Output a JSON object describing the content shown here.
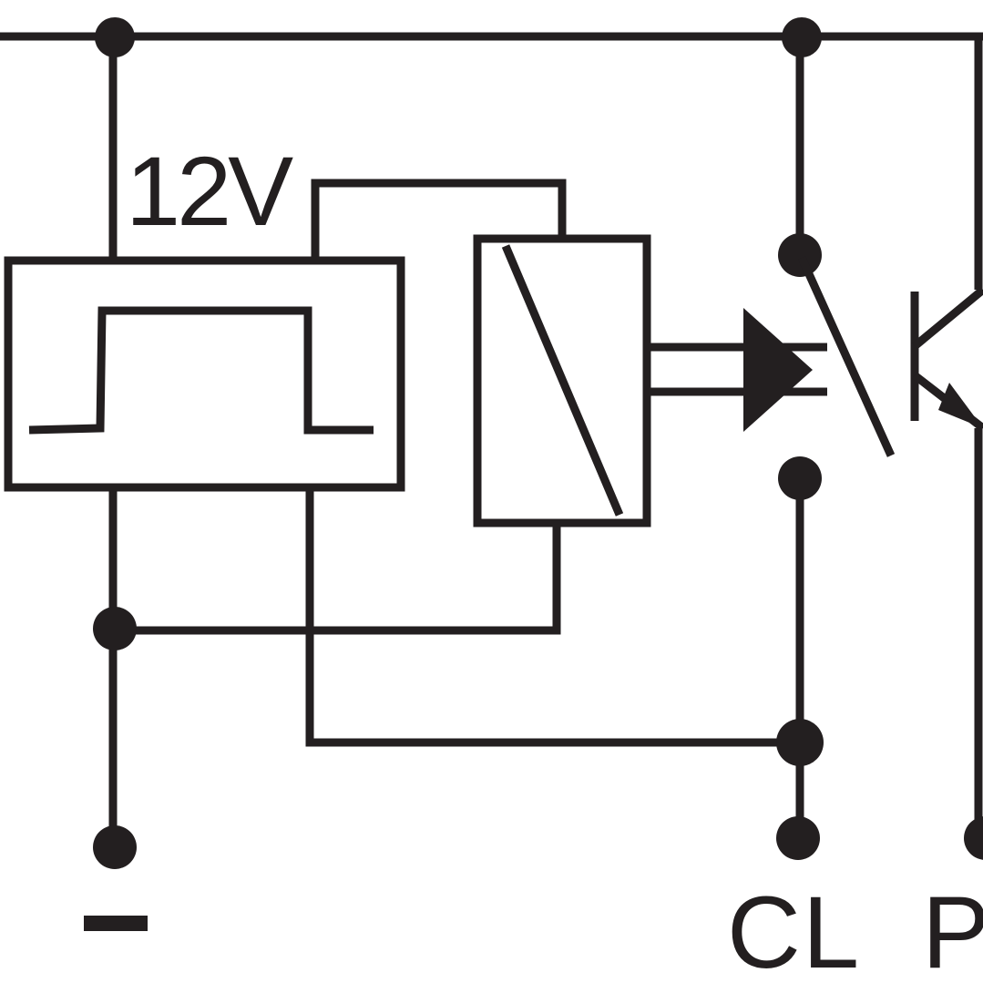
{
  "labels": {
    "supply_voltage": "12V",
    "negative_terminal": "–",
    "terminal_cl": "CL",
    "terminal_p": "P"
  },
  "colors": {
    "line": "#231f20",
    "background": "#ffffff"
  }
}
